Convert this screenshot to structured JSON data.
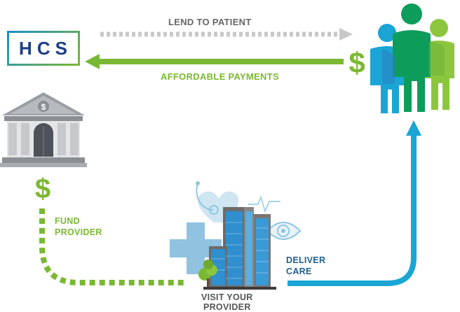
{
  "labels": {
    "lend_to_patient": "LEND TO PATIENT",
    "affordable_payments": "AFFORDABLE PAYMENTS",
    "fund_provider_line1": "FUND",
    "fund_provider_line2": "PROVIDER",
    "deliver_care_line1": "DELIVER",
    "deliver_care_line2": "CARE",
    "visit_provider_line1": "VISIT YOUR",
    "visit_provider_line2": "PROVIDER"
  },
  "logo": {
    "text": "HCS"
  },
  "currency": {
    "patient_symbol": "$",
    "fund_symbol": "$",
    "bank_symbol": "$"
  },
  "colors": {
    "green": "#7ab833",
    "grey": "#c8c8c8",
    "blue": "#1aa5d4",
    "navy": "#1c3f86",
    "dark_blue_text": "#1e5f8c"
  },
  "icons": [
    "bank-icon",
    "people-group-icon",
    "hospital-building-icon",
    "medical-cross-icon",
    "eye-icon",
    "heart-stethoscope-icon",
    "tree-icon"
  ]
}
